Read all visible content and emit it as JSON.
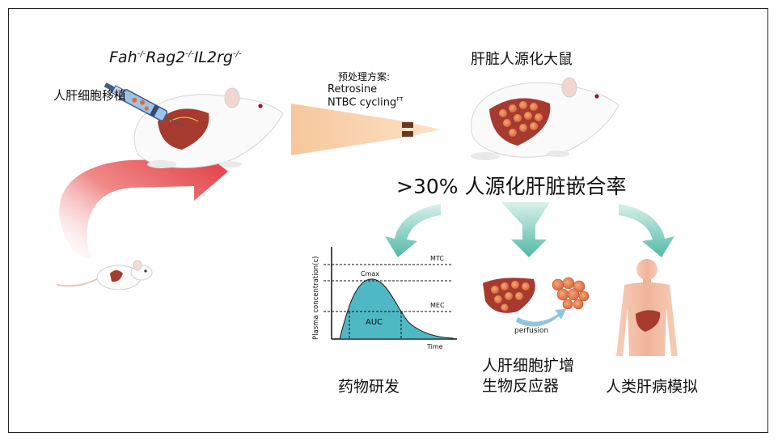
{
  "strain": {
    "prefix": "Fah",
    "sup1": "-/-",
    "mid": "Rag2",
    "sup2": "-/-",
    "suffix": "IL2rg",
    "sup3": "-/-"
  },
  "transplant_label": "人肝细胞移植",
  "pretreatment": {
    "title": "预处理方案:",
    "line1": "Retrosine",
    "line2_main": "NTBC cycling",
    "line2_sup": "FT"
  },
  "humanized_rat_title": "肝脏人源化大鼠",
  "chimerism_label": ">30% 人源化肝脏嵌合率",
  "pk_chart": {
    "ylabel": "Plasma concentration(c)",
    "xlabel": "Time",
    "mtc": "MTC",
    "cmax": "Cmax",
    "mec": "MEC",
    "auc": "AUC"
  },
  "perfusion_label": "perfusion",
  "applications": {
    "drug": "药物研发",
    "bioreactor_line1": "人肝细胞扩增",
    "bioreactor_line2": "生物反应器",
    "disease": "人类肝病模拟"
  },
  "colors": {
    "red_arrow": "#e8474c",
    "teal_arrow": "#5dbfae",
    "auc_fill": "#4eb8c4",
    "liver": "#a63a2e",
    "cone": "#f7c79b",
    "skin": "#f2b9a1"
  }
}
